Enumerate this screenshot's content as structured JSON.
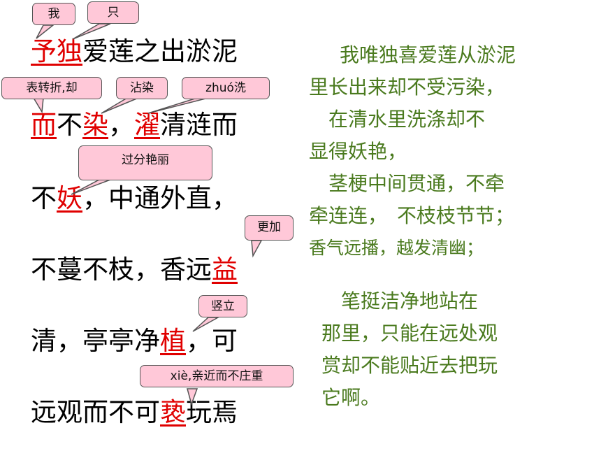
{
  "lines": [
    [
      {
        "t": "予",
        "red": true
      },
      {
        "t": "独",
        "red": true
      },
      {
        "t": "爱莲之出淤泥",
        "red": false
      }
    ],
    [
      {
        "t": "而",
        "red": true
      },
      {
        "t": "不",
        "red": false
      },
      {
        "t": "染",
        "red": true
      },
      {
        "t": "，",
        "red": false
      },
      {
        "t": "濯",
        "red": true
      },
      {
        "t": "清涟而",
        "red": false
      }
    ],
    [
      {
        "t": "不",
        "red": false
      },
      {
        "t": "妖",
        "red": true
      },
      {
        "t": "，中通外直，",
        "red": false
      }
    ],
    [
      {
        "t": "不蔓不枝，香远",
        "red": false
      },
      {
        "t": "益",
        "red": true
      }
    ],
    [
      {
        "t": "清，亭亭净",
        "red": false
      },
      {
        "t": "植",
        "red": true
      },
      {
        "t": "，可",
        "red": false
      }
    ],
    [
      {
        "t": "远观而不可",
        "red": false
      },
      {
        "t": "亵",
        "red": true
      },
      {
        "t": "玩焉",
        "red": false
      }
    ]
  ],
  "notes": {
    "wo": "我",
    "zhi": "只",
    "er": "表转折,却",
    "ran": "沾染",
    "zhuo": "zhuó洗",
    "yao": "过分艳丽",
    "yi": "更加",
    "zhi2": "竖立",
    "xie": "xiè,亲近而不庄重"
  },
  "translation": {
    "p1": [
      "我唯独喜爱莲从淤泥",
      "里长出来却不受污染，",
      "　在清水里洗涤却不",
      "显得妖艳，",
      "　茎梗中间贯通，不牵",
      "牵连连，　不枝枝节节；",
      "香气远播，越发清幽；"
    ],
    "p2": [
      "　笔挺洁净地站在",
      "那里，只能在远处观",
      "赏却不能贴近去把玩",
      "它啊。"
    ]
  }
}
